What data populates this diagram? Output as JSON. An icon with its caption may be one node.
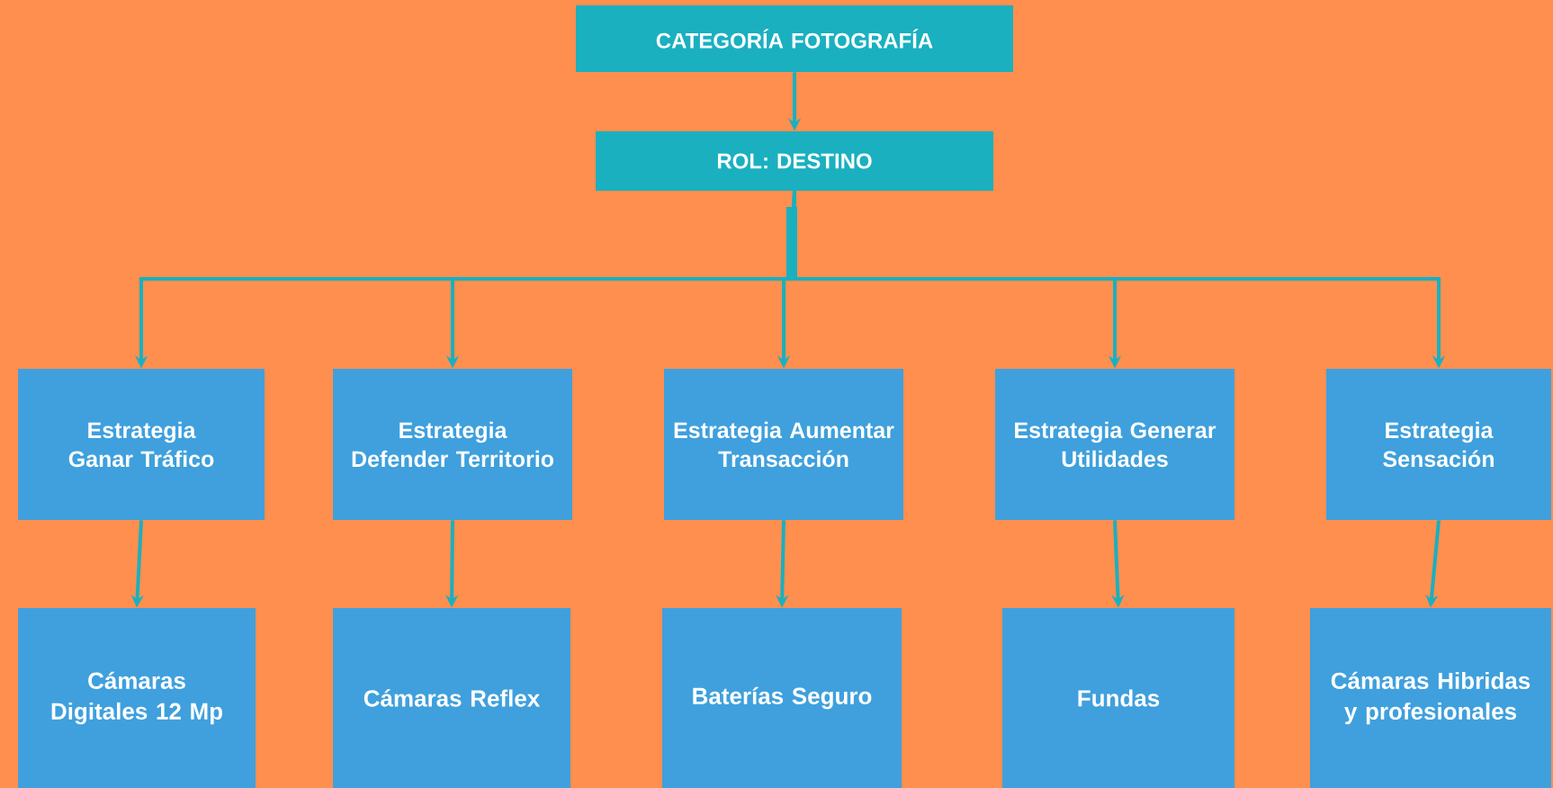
{
  "diagram": {
    "nodes": [
      {
        "text": [
          "CATEGORÍA FOTOGRAFÍA"
        ]
      },
      {
        "text": [
          "ROL: DESTINO"
        ]
      },
      {
        "text": [
          "Estrategia Ganar Tráfico"
        ]
      },
      {
        "text": [
          "Estrategia Defender Territorio"
        ]
      },
      {
        "text": [
          "Estrategia Aumentar Transacción"
        ]
      },
      {
        "text": [
          "Estrategia Generar Utilidades"
        ]
      },
      {
        "text": [
          "Estrategia Sensación"
        ]
      },
      {
        "text": [
          "Cámaras Digitales 12 Mp"
        ]
      },
      {
        "text": [
          "Cámaras Reflex"
        ]
      },
      {
        "text": [
          "Baterías Seguro"
        ]
      },
      {
        "text": [
          "Fundas"
        ]
      },
      {
        "text": [
          "Cámaras Hibridas y profesionales"
        ]
      }
    ],
    "edges": [
      {
        "from": 0,
        "to": 1,
        "arrow": "to"
      },
      {
        "from": 1,
        "to": 2,
        "arrow": "to"
      },
      {
        "from": 1,
        "to": 3,
        "arrow": "to"
      },
      {
        "from": 1,
        "to": 4,
        "arrow": "to"
      },
      {
        "from": 1,
        "to": 5,
        "arrow": "to"
      },
      {
        "from": 1,
        "to": 6,
        "arrow": "to"
      },
      {
        "from": 2,
        "to": 7,
        "arrow": "to"
      },
      {
        "from": 3,
        "to": 8,
        "arrow": "to"
      },
      {
        "from": 4,
        "to": 9,
        "arrow": "to"
      },
      {
        "from": 5,
        "to": 10,
        "arrow": "to"
      },
      {
        "from": 6,
        "to": 11,
        "arrow": "to"
      }
    ]
  }
}
